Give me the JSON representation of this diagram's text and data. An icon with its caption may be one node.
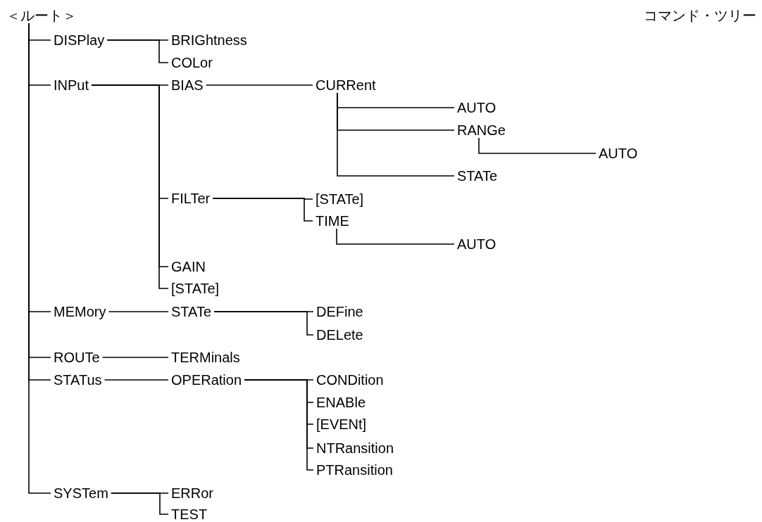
{
  "diagram": {
    "title": "コマンド・ツリー",
    "nodes": [
      {
        "text": [
          "＜ルート＞"
        ]
      },
      {
        "text": [
          "DISPlay"
        ]
      },
      {
        "text": [
          "BRIGhtness"
        ]
      },
      {
        "text": [
          "COLor"
        ]
      },
      {
        "text": [
          "INPut"
        ]
      },
      {
        "text": [
          "BIAS"
        ]
      },
      {
        "text": [
          "CURRent"
        ]
      },
      {
        "text": [
          "AUTO"
        ]
      },
      {
        "text": [
          "RANGe"
        ]
      },
      {
        "text": [
          "AUTO"
        ]
      },
      {
        "text": [
          "STATe"
        ]
      },
      {
        "text": [
          "FILTer"
        ]
      },
      {
        "text": [
          "[STATe]"
        ]
      },
      {
        "text": [
          "TIME"
        ]
      },
      {
        "text": [
          "AUTO"
        ]
      },
      {
        "text": [
          "GAIN"
        ]
      },
      {
        "text": [
          "[STATe]"
        ]
      },
      {
        "text": [
          "MEMory"
        ]
      },
      {
        "text": [
          "STATe"
        ]
      },
      {
        "text": [
          "DEFine"
        ]
      },
      {
        "text": [
          "DELete"
        ]
      },
      {
        "text": [
          "ROUTe"
        ]
      },
      {
        "text": [
          "TERMinals"
        ]
      },
      {
        "text": [
          "STATus"
        ]
      },
      {
        "text": [
          "OPERation"
        ]
      },
      {
        "text": [
          "CONDition"
        ]
      },
      {
        "text": [
          "ENABle"
        ]
      },
      {
        "text": [
          "[EVENt]"
        ]
      },
      {
        "text": [
          "NTRansition"
        ]
      },
      {
        "text": [
          "PTRansition"
        ]
      },
      {
        "text": [
          "SYSTem"
        ]
      },
      {
        "text": [
          "ERRor"
        ]
      },
      {
        "text": [
          "TEST"
        ]
      }
    ],
    "edges": [
      {
        "from": 0,
        "to": 1,
        "arrow": "none"
      },
      {
        "from": 0,
        "to": 4,
        "arrow": "none"
      },
      {
        "from": 0,
        "to": 17,
        "arrow": "none"
      },
      {
        "from": 0,
        "to": 21,
        "arrow": "none"
      },
      {
        "from": 0,
        "to": 23,
        "arrow": "none"
      },
      {
        "from": 0,
        "to": 30,
        "arrow": "none"
      },
      {
        "from": 1,
        "to": 2,
        "arrow": "none"
      },
      {
        "from": 1,
        "to": 3,
        "arrow": "none"
      },
      {
        "from": 4,
        "to": 5,
        "arrow": "none"
      },
      {
        "from": 4,
        "to": 11,
        "arrow": "none"
      },
      {
        "from": 4,
        "to": 15,
        "arrow": "none"
      },
      {
        "from": 4,
        "to": 16,
        "arrow": "none"
      },
      {
        "from": 5,
        "to": 6,
        "arrow": "none"
      },
      {
        "from": 6,
        "to": 7,
        "arrow": "none"
      },
      {
        "from": 6,
        "to": 8,
        "arrow": "none"
      },
      {
        "from": 6,
        "to": 10,
        "arrow": "none"
      },
      {
        "from": 8,
        "to": 9,
        "arrow": "none"
      },
      {
        "from": 11,
        "to": 12,
        "arrow": "none"
      },
      {
        "from": 11,
        "to": 13,
        "arrow": "none"
      },
      {
        "from": 13,
        "to": 14,
        "arrow": "none"
      },
      {
        "from": 17,
        "to": 18,
        "arrow": "none"
      },
      {
        "from": 18,
        "to": 19,
        "arrow": "none"
      },
      {
        "from": 18,
        "to": 20,
        "arrow": "none"
      },
      {
        "from": 21,
        "to": 22,
        "arrow": "none"
      },
      {
        "from": 23,
        "to": 24,
        "arrow": "none"
      },
      {
        "from": 24,
        "to": 25,
        "arrow": "none"
      },
      {
        "from": 24,
        "to": 26,
        "arrow": "none"
      },
      {
        "from": 24,
        "to": 27,
        "arrow": "none"
      },
      {
        "from": 24,
        "to": 28,
        "arrow": "none"
      },
      {
        "from": 24,
        "to": 29,
        "arrow": "none"
      },
      {
        "from": 30,
        "to": 31,
        "arrow": "none"
      },
      {
        "from": 30,
        "to": 32,
        "arrow": "none"
      }
    ]
  }
}
